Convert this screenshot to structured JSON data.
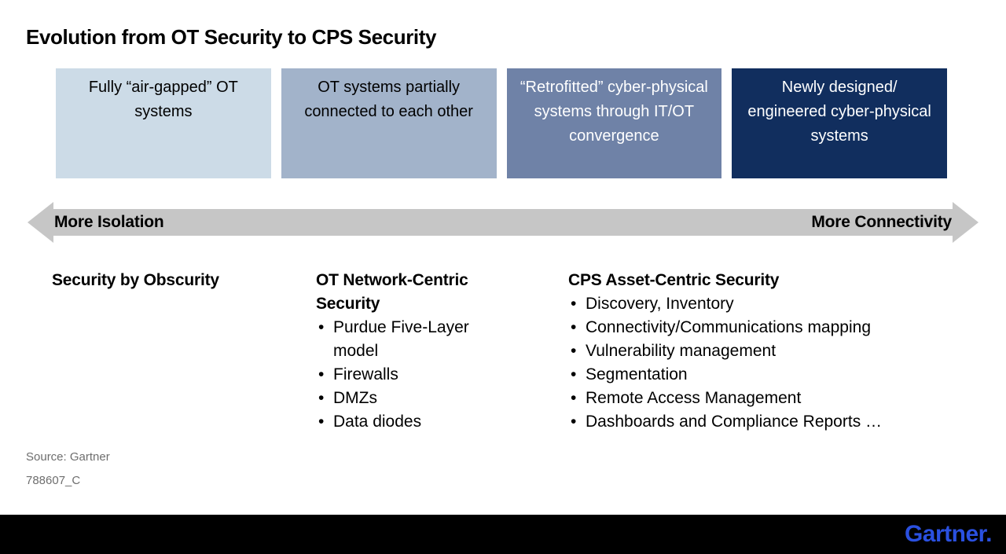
{
  "title": "Evolution from OT Security to CPS Security",
  "stages": [
    {
      "label": "Fully “air-gapped” OT systems",
      "bg": "#ccdbe7",
      "fg": "#000000"
    },
    {
      "label": "OT systems partially connected to each other",
      "bg": "#a2b3ca",
      "fg": "#000000"
    },
    {
      "label": "“Retrofitted” cyber-physical systems through IT/OT convergence",
      "bg": "#6f82a7",
      "fg": "#ffffff"
    },
    {
      "label": "Newly designed/ engineered cyber-physical systems",
      "bg": "#112e5e",
      "fg": "#ffffff"
    }
  ],
  "axis": {
    "left_label": "More Isolation",
    "right_label": "More Connectivity",
    "color": "#c6c6c6"
  },
  "columns": [
    {
      "heading": "Security by Obscurity",
      "bullets": []
    },
    {
      "heading": "OT Network-Centric Security",
      "bullets": [
        "Purdue Five-Layer model",
        "Firewalls",
        "DMZs",
        "Data diodes"
      ]
    },
    {
      "heading": "CPS Asset-Centric Security",
      "bullets": [
        "Discovery, Inventory",
        "Connectivity/Communications mapping",
        "Vulnerability management",
        "Segmentation",
        "Remote Access Management",
        "Dashboards and Compliance Reports …"
      ]
    }
  ],
  "footer": {
    "source": "Source: Gartner",
    "note_id": "788607_C",
    "logo": "Gartner.",
    "logo_color": "#2a50e0",
    "bar_color": "#000000"
  }
}
